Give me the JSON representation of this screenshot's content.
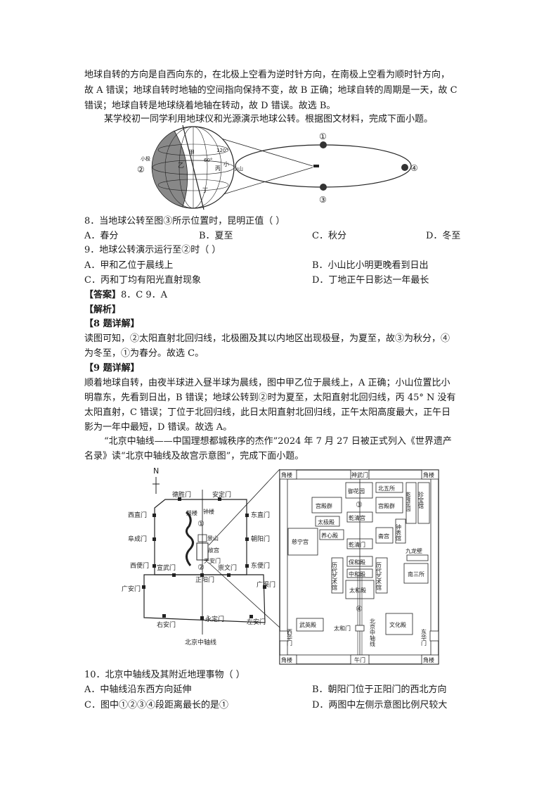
{
  "intro": {
    "l1": "地球自转的方向是自西向东的，在北极上空看为逆时针方向，在南极上空看为顺时针方向，",
    "l2": "故 A 错误；地球自转时地轴的空间指向保持不变，故 B 正确；地球自转的周期是一天，故 C",
    "l3": "错误；地球自转是地球绕着地轴在转动，故 D 错误。故选 B。",
    "l4": "某学校初一同学利用地球仪和光源演示地球公转。根据图文材料，完成下面小题。"
  },
  "fig1": {
    "globe_labels": {
      "xiaoji": "小极",
      "jia": "甲",
      "yi": "乙",
      "bing": "丙",
      "ding": "丁",
      "xiaoshan": "小山",
      "deg60": "60°",
      "deg120": "120°"
    },
    "positions": [
      "①",
      "②",
      "③",
      "④"
    ]
  },
  "q8": {
    "stem": "8．当地球公转至图③所示位置时，昆明正值（    ）",
    "options": [
      "A．春分",
      "B．夏至",
      "C．秋分",
      "D．冬至"
    ]
  },
  "q9": {
    "stem": "9．地球公转演示运行至②时（    ）",
    "options": [
      "A．甲和乙位于晨线上",
      "B．小山比小明更晚看到日出",
      "C．丙和丁均有阳光直射现象",
      "D．丁地正午日影达一年最长"
    ]
  },
  "answer": {
    "label": "【答案】",
    "text": "8．C     9．A",
    "analysis": "【解析】"
  },
  "d8": {
    "title": "【8 题详解】",
    "l1": "读图可知，②太阳直射北回归线，北极圈及其以内地区出现极昼，为夏至，故③为秋分，④",
    "l2": "为冬至，①为春分。故选 C。"
  },
  "d9": {
    "title": "【9 题详解】",
    "l1": "顺着地球自转，由夜半球进入昼半球为晨线，图中甲乙位于晨线上，A 正确；小山位置比小",
    "l2": "明靠东，先看到日出，B 错误；地球公转到②时为夏至，太阳直射北回归线，丙 45° N 没有",
    "l3": "太阳直射，C 错误；丁位于北回归线，此日太阳直射北回归线，正午太阳高度最大，正午日",
    "l4": "影为一年中最短，D 错误。故选 A。"
  },
  "intro2": {
    "l1": "“北京中轴线——中国理想都城秩序的杰作”2024 年 7 月 27 日被正式列入《世界遗产",
    "l2": "名录》读“北京中轴线及故宫示意图”，完成下面小题。"
  },
  "map": {
    "north": "N",
    "gates": {
      "deshengmen": "德胜门",
      "andingmen": "安定门",
      "xizhimen": "西直门",
      "dongzhimen": "东直门",
      "fuchengmen": "阜成门",
      "chaoyangmen": "朝阳门",
      "xibianmen": "西便门",
      "dongbianmen": "东便门",
      "xuanwumen": "宣武门",
      "chongwenmen": "崇文门",
      "zhengyangmen": "正阳门",
      "guanganmen": "广安门",
      "guangqumen": "广渠门",
      "youanmen": "右安门",
      "yongdingmen": "永定门",
      "zuoanmen": "左安门"
    },
    "landmarks": {
      "zhonglou": "钟楼",
      "gulou": "鼓楼",
      "jingshan": "景山",
      "gugong": "故宫",
      "tiananmen": "天安门"
    },
    "axis_label": "北京中轴线",
    "markers": [
      "①",
      "②"
    ]
  },
  "palace": {
    "jiaolou": "角楼",
    "shenwumen": "神武门",
    "yuhuayuan": "御花园",
    "beiwusuo": "北五所",
    "qianlonghuayuan": "乾隆花园",
    "zhenbaoguan": "珍宝馆",
    "gongdianqun": "宫殿群",
    "taijidian": "太极殿",
    "qianqinggong": "乾清宫",
    "yangxindian": "养心殿",
    "qianqingmen": "乾清门",
    "zhaigong": "斋宫",
    "zhongbiaoguan": "钟表馆",
    "cininggong": "慈宁宫",
    "jiulongbi": "九龙壁",
    "nansansuo": "南三所",
    "lidaiyishuguan": "历代艺术馆",
    "baohedian": "保和殿",
    "zhonghedian": "中和殿",
    "taihedian": "太和殿",
    "wuyingdian": "武英殿",
    "taihemen": "太和门",
    "axis": "北京中轴线",
    "wenhuadian": "文化殿",
    "xihuamen": "西华门",
    "donghuamen": "东华门",
    "wumen": "午门",
    "markers": [
      "③",
      "④"
    ]
  },
  "q10": {
    "stem": "10．北京中轴线及其附近地理事物（    ）",
    "options": [
      "A．中轴线沿东西方向延伸",
      "B．朝阳门位于正阳门的西北方向",
      "C．图中①②③④段距离最长的是①",
      "D．两图中左侧示意图比例尺较大"
    ]
  }
}
